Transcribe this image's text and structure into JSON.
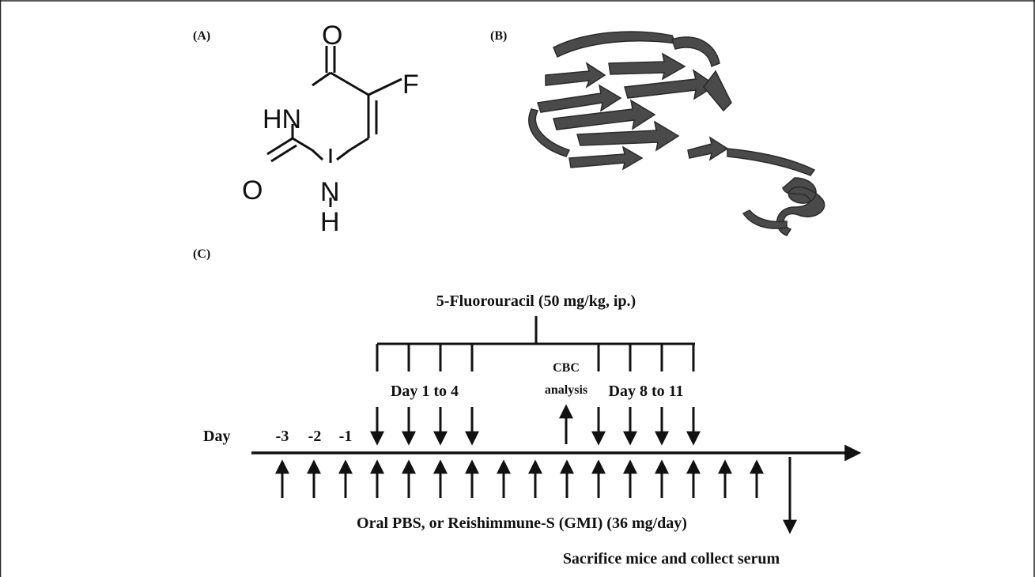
{
  "panels": {
    "a_label": "(A)",
    "b_label": "(B)",
    "c_label": "(C)"
  },
  "molecule": {
    "atoms": {
      "o_top": "O",
      "f": "F",
      "hn": "HN",
      "o_left": "O",
      "n": "N",
      "h": "H"
    }
  },
  "timeline": {
    "treatment_label": "5-Fluorouracil (50 mg/kg, ip.)",
    "day_label": "Day",
    "day_ticks": [
      "-3",
      "-2",
      "-1"
    ],
    "dose_group_1": "Day 1 to 4",
    "dose_group_2": "Day 8 to 11",
    "cbc_line1": "CBC",
    "cbc_line2": "analysis",
    "oral_label": "Oral PBS, or Reishimmune-S (GMI) (36 mg/day)",
    "sacrifice_label": "Sacrifice mice and collect serum"
  },
  "colors": {
    "ink": "#111111",
    "protein": "#4a4a4a"
  }
}
